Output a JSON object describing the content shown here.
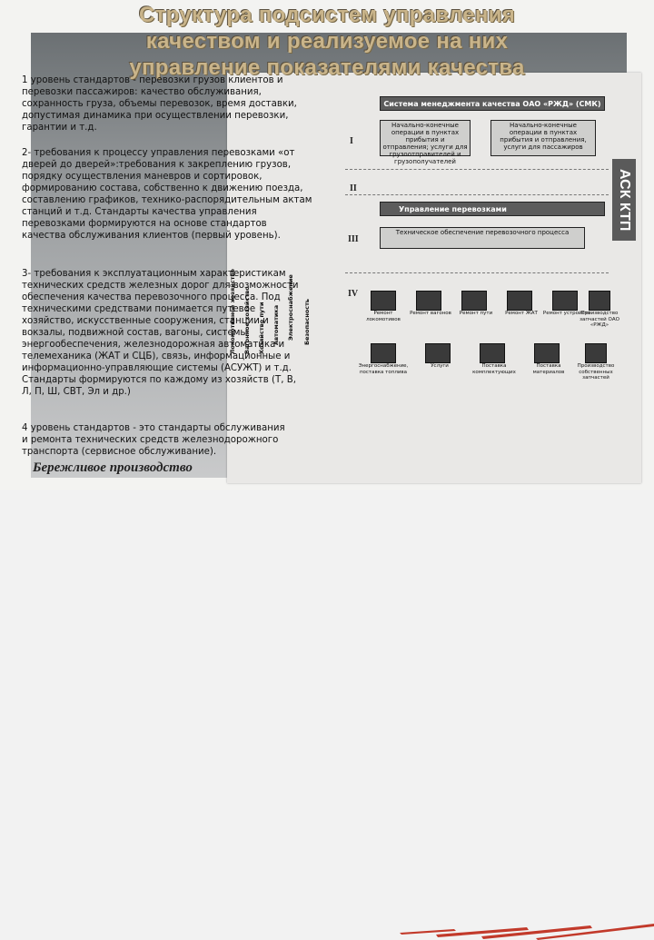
{
  "slide": {
    "title": "Структура подсистем управления качеством и реализуемое на них управление показателями качества",
    "paragraph_1": "1 уровень стандартов - перевозки грузов клиентов и перевозки пассажиров: качество обслуживания, сохранность груза, объемы перевозок, время доставки, допустимая динамика при осуществлении перевозки, гарантии и т.д.",
    "paragraph_2": "2- требования к процессу управления перевозками «от дверей до дверей»:требования к закреплению грузов, порядку осуществления маневров и сортировок, формированию состава, собственно к движению поезда, составлению графиков, технико-распорядительным актам станций и т.д. Стандарты качества управления перевозками формируются на основе стандартов качества обслуживания клиентов (первый уровень).",
    "paragraph_3": "3- требования к эксплуатационным характеристикам технических средств железных дорог для возможности обеспечения качества перевозочного процесса. Под техническими средствами понимается путевое хозяйство, искусственные сооружения, станции и вокзалы, подвижной состав, вагоны, системы энергообеспечения, железнодорожная автоматика и телемеханика (ЖАТ и СЦБ), связь, информационные и информационно-управляющие системы (АСУЖТ) и т.д. Стандарты формируются по каждому из хозяйств (Т, В, Л, П, Ш, СВТ, Эл и др.)",
    "paragraph_4": "4 уровень стандартов - это стандарты обслуживания и ремонта технических средств железнодорожного транспорта (сервисное обслуживание).",
    "footer": "Бережливое производство"
  },
  "diagram": {
    "top_box": "Система менеджмента качества ОАО «РЖД» (СМК)",
    "box_left": "Начально-конечные операции в пунктах прибытия и отправления; услуги для грузоотправителей и грузополучателей",
    "box_right": "Начально-конечные операции в пунктах прибытия и отправления, услуги для пассажиров",
    "control_box": "Управление перевозками",
    "tech_box": "Техническое обеспечение перевозочного процесса",
    "roman_1": "I",
    "roman_2": "II",
    "roman_3": "III",
    "roman_4": "IV",
    "ask_label": "АСК КТП",
    "vertical_cols": [
      "Локомотивное хозяйство",
      "Вагонное хозяйство",
      "Хозяйство пути",
      "Автоматика",
      "Электроснабжение",
      "Безопасность"
    ],
    "icons_row1": [
      "Ремонт локомотивов",
      "Ремонт вагонов",
      "Ремонт пути",
      "Ремонт ЖАТ",
      "Ремонт устройств",
      "Производство запчастей ОАО «РЖД»"
    ],
    "icons_row2": [
      "Энергоснабжение, поставка топлива",
      "Услуги",
      "Поставка комплектующих",
      "Поставка материалов",
      "Производство собственных запчастей"
    ]
  }
}
